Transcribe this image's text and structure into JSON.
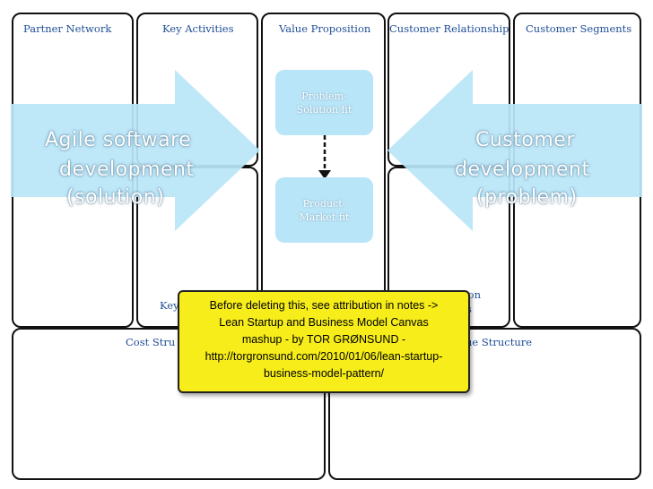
{
  "canvas": {
    "headers": {
      "partner_network": "Partner Network",
      "key_activities": "Key Activities",
      "value_proposition": "Value Proposition",
      "customer_relationship": "Customer Relationship",
      "customer_segments": "Customer Segments",
      "key_resources_partial": "Key",
      "distribution_partial_1": "Distribution",
      "distribution_partial_2": "s",
      "cost_structure_partial": "Cost Stru",
      "revenue_structure_partial": "ue Structure"
    }
  },
  "arrows": {
    "left": {
      "lines": [
        "Agile software",
        "development",
        "(solution)"
      ]
    },
    "right": {
      "lines": [
        "Customer",
        "development",
        "(problem)"
      ]
    }
  },
  "fit_boxes": {
    "problem_solution": {
      "lines": [
        "Problem-",
        "Solution fit"
      ]
    },
    "product_market": {
      "lines": [
        "Product-",
        "Market fit"
      ]
    }
  },
  "note": {
    "lines": [
      "Before deleting this, see attribution in notes ->",
      "Lean Startup and Business Model Canvas",
      "mashup - by TOR GRØNSUND -",
      "http://torgronsund.com/2010/01/06/lean-startup-",
      "business-model-pattern/"
    ]
  },
  "colors": {
    "arrow_fill": "#b9e5f8",
    "note_background": "#f6ed1a",
    "header_text": "#1f4e96",
    "border": "#111111"
  }
}
